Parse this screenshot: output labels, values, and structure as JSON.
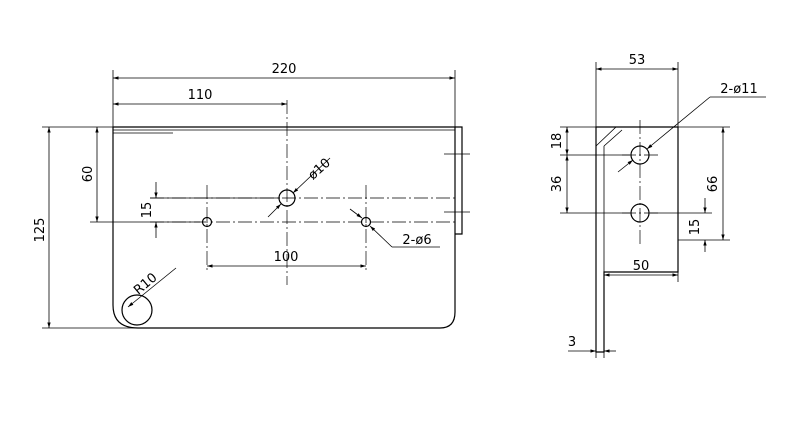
{
  "front_view": {
    "overall_width": "220",
    "half_width": "110",
    "overall_height": "125",
    "hole_row_height": "60",
    "hole_offset": "15",
    "hole_spacing": "100",
    "corner_radius": "R10",
    "small_holes": "2-ø6",
    "center_hole": "ø10"
  },
  "side_view": {
    "flange_width": "53",
    "slot_holes": "2-ø11",
    "top_offset": "18",
    "hole_spacing": "36",
    "overall_height": "66",
    "bottom_offset": "15",
    "base_width": "50",
    "thickness": "3"
  }
}
